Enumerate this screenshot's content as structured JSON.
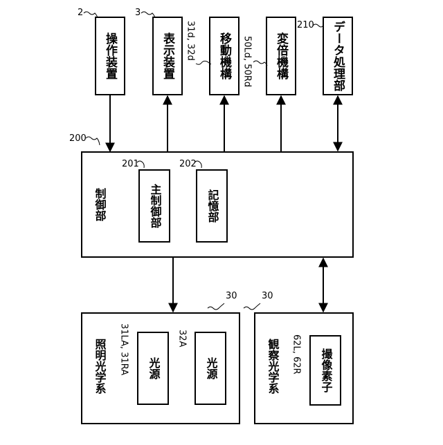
{
  "top_boxes": [
    {
      "ref": "2",
      "label": "操作装置"
    },
    {
      "ref": "3",
      "label": "表示装置"
    },
    {
      "ref": "31d, 32d",
      "label": "移動機構"
    },
    {
      "ref": "50Ld, 50Rd",
      "label": "変倍機構"
    },
    {
      "ref": "210",
      "label": "データ処理部"
    }
  ],
  "controller": {
    "ref": "200",
    "label": "制御部",
    "main": {
      "ref": "201",
      "label": "主制御部"
    },
    "storage": {
      "ref": "202",
      "label": "記憶部"
    }
  },
  "illumination": {
    "ref": "30",
    "label": "照明光学系",
    "source_a": {
      "ref": "31LA, 31RA",
      "label": "光源"
    },
    "source_b": {
      "ref": "32A",
      "label": "光源"
    }
  },
  "observation": {
    "ref": "30",
    "label": "観察光学系",
    "sensor": {
      "ref": "62L, 62R",
      "label": "撮像素子"
    }
  }
}
